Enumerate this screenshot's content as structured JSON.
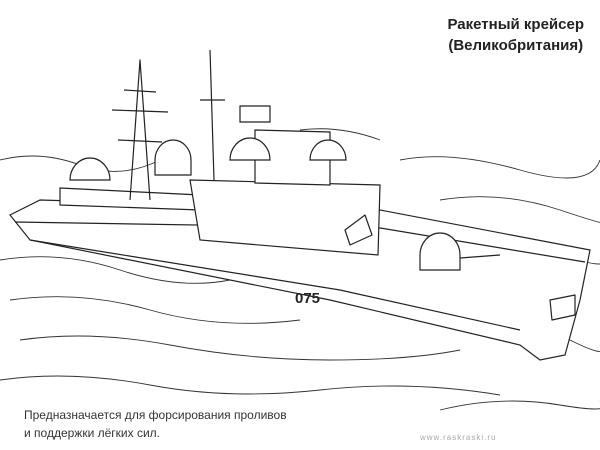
{
  "title": {
    "line1": "Ракетный крейсер",
    "line2": "(Великобритания)"
  },
  "hull_number": "075",
  "caption": {
    "line1": "Предназначается для форсирования проливов",
    "line2": "и поддержки лёгких сил."
  },
  "watermark": "www.raskraski.ru"
}
